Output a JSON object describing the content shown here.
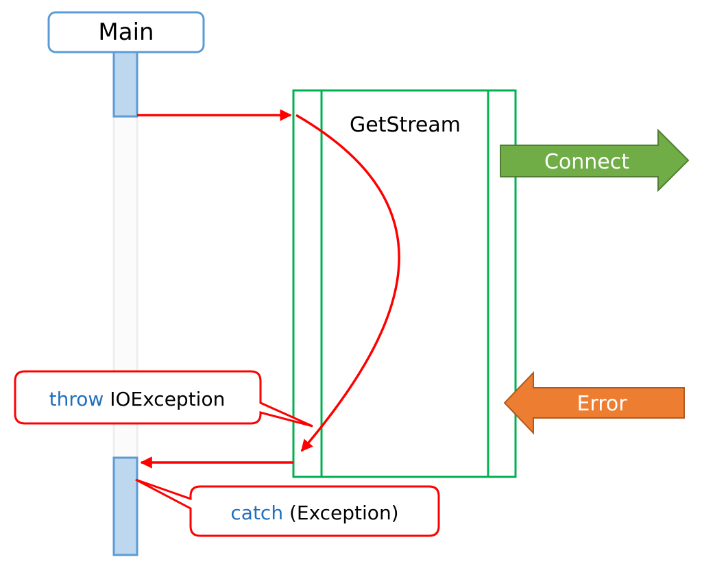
{
  "lifeline": {
    "title": "Main"
  },
  "process_box": {
    "title": "GetStream"
  },
  "inputs_outputs": {
    "connect_label": "Connect",
    "error_label": "Error"
  },
  "callouts": {
    "throw": {
      "keyword": "throw",
      "rest": " IOException"
    },
    "catch": {
      "keyword": "catch",
      "rest": " (Exception)"
    }
  },
  "colors": {
    "lifeline_border": "#5B9BD5",
    "activation_fill": "#BDD7EE",
    "green_box": "#00B050",
    "red": "#FF0000",
    "connect_arrow": "#70AD47",
    "error_arrow": "#ED7D31",
    "keyword_blue": "#1F6FBF"
  }
}
